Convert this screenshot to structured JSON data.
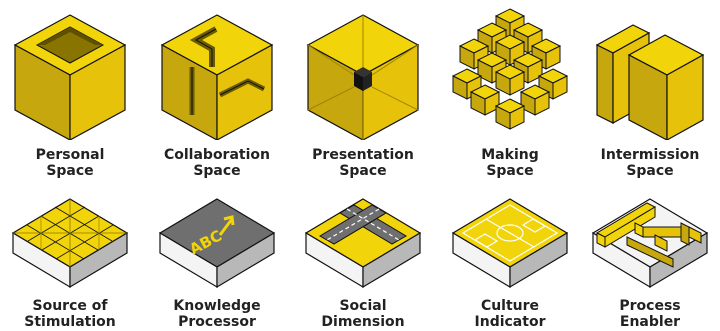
{
  "colors": {
    "top": "#f2d40a",
    "left": "#c7a70e",
    "right": "#e7c20a",
    "outline": "#111111",
    "slab_white": "#f4f4f4",
    "slab_grey": "#b8b8b8",
    "board": "#6f6f6f",
    "board_text": "#f2d40a",
    "label": "#222222"
  },
  "row1": [
    {
      "icon": "hollow-top-cube-icon",
      "line1": "Personal",
      "line2": "Space"
    },
    {
      "icon": "interlocking-blocks-icon",
      "line1": "Collaboration",
      "line2": "Space"
    },
    {
      "icon": "inner-cube-icon",
      "line1": "Presentation",
      "line2": "Space"
    },
    {
      "icon": "cube-cluster-icon",
      "line1": "Making",
      "line2": "Space"
    },
    {
      "icon": "split-slabs-icon",
      "line1": "Intermission",
      "line2": "Space"
    }
  ],
  "row2": [
    {
      "icon": "pyramid-field-icon",
      "line1": "Source of",
      "line2": "Stimulation"
    },
    {
      "icon": "abc-board-icon",
      "line1": "Knowledge",
      "line2": "Processor",
      "board_text": "ABC"
    },
    {
      "icon": "crossroads-icon",
      "line1": "Social",
      "line2": "Dimension"
    },
    {
      "icon": "soccer-field-icon",
      "line1": "Culture",
      "line2": "Indicator"
    },
    {
      "icon": "maze-icon",
      "line1": "Process",
      "line2": "Enabler"
    }
  ]
}
